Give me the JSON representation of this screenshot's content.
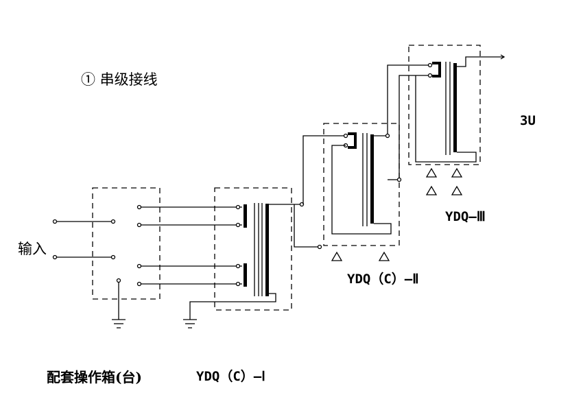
{
  "labels": {
    "title": "① 串级接线",
    "input": "输入",
    "output_voltage": "3U",
    "stage_3": "YDQ—Ⅲ",
    "stage_2": "YDQ（C）—Ⅱ",
    "stage_1": "YDQ（C）—Ⅰ",
    "control_box": "配套操作箱(台)"
  }
}
